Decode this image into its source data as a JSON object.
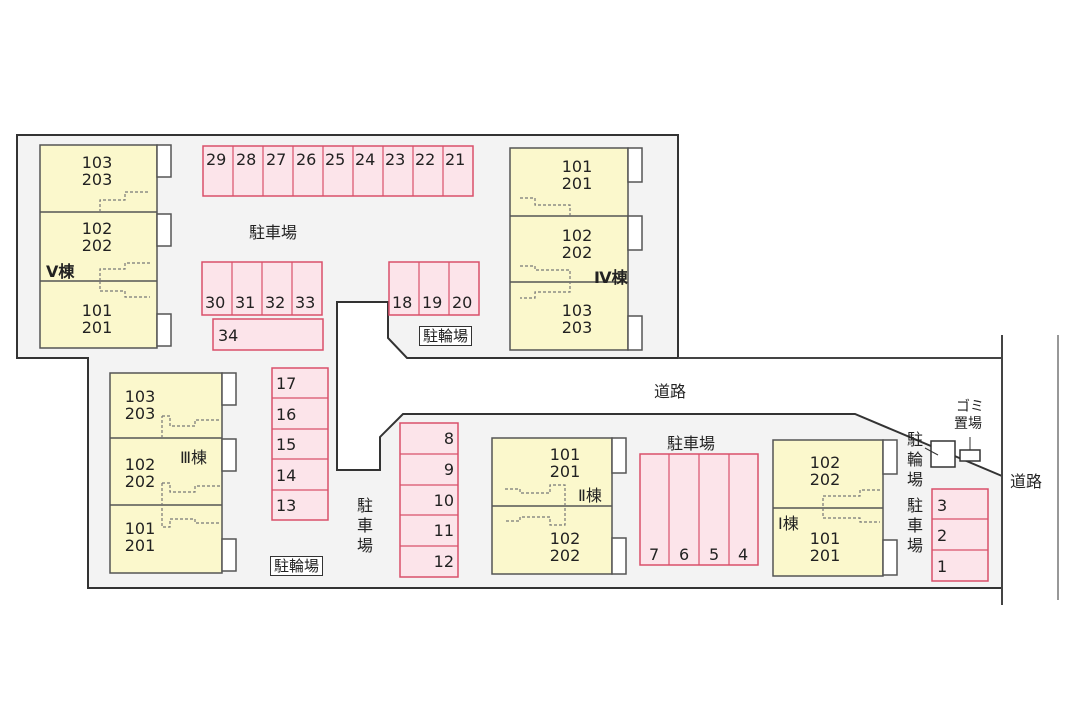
{
  "map": {
    "title": "",
    "colors": {
      "building": "#fbf8cc",
      "parking": "#fce4ea",
      "parking_border": "#d9506a",
      "lot": "#f3f3f3"
    },
    "labels": {
      "parking": "駐車場",
      "bicycle": "駐輪場",
      "road": "道路",
      "garbage_line1": "ゴミ",
      "garbage_line2": "置場"
    },
    "buildings": {
      "b5": {
        "name": "Ⅴ棟",
        "units": [
          "103\n203",
          "102\n202",
          "101\n201"
        ]
      },
      "b4": {
        "name": "Ⅳ棟",
        "units": [
          "101\n201",
          "102\n202",
          "103\n203"
        ]
      },
      "b3": {
        "name": "Ⅲ棟",
        "units": [
          "103\n203",
          "102\n202",
          "101\n201"
        ]
      },
      "b2": {
        "name": "Ⅱ棟",
        "units": [
          "101\n201",
          "102\n202"
        ]
      },
      "b1": {
        "name": "Ⅰ棟",
        "units": [
          "102\n202",
          "101\n201"
        ]
      }
    },
    "parking_spaces": {
      "top_row": [
        "29",
        "28",
        "27",
        "26",
        "25",
        "24",
        "23",
        "22",
        "21"
      ],
      "mid_row": [
        "30",
        "31",
        "32",
        "33"
      ],
      "single": "34",
      "right_row": [
        "18",
        "19",
        "20"
      ],
      "col_13_17": [
        "17",
        "16",
        "15",
        "14",
        "13"
      ],
      "col_8_12": [
        "8",
        "9",
        "10",
        "11",
        "12"
      ],
      "row_4_7": [
        "7",
        "6",
        "5",
        "4"
      ],
      "col_1_3": [
        "3",
        "2",
        "1"
      ]
    }
  }
}
